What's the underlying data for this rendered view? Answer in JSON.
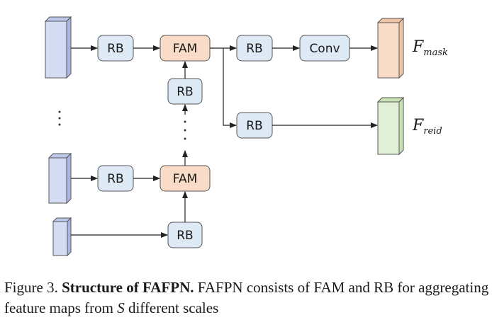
{
  "nodes": {
    "rb_label": "RB",
    "fam_label": "FAM",
    "conv_label": "Conv"
  },
  "outputs": {
    "mask": {
      "base": "F",
      "sub": "mask"
    },
    "reid": {
      "base": "F",
      "sub": "reid"
    }
  },
  "caption": {
    "prefix": "Figure 3.",
    "bold": "Structure of FAFPN.",
    "text1": " FAFPN consists of FAM and RB for aggregating feature maps from ",
    "var": "S",
    "text2": " different scales"
  },
  "colors": {
    "input_fill": "#d4dcf3",
    "input_top": "#bcc7ea",
    "input_side": "#aab6e2",
    "rb_fill": "#dde9f4",
    "fam_fill": "#f8dcc7",
    "conv_fill": "#dde9f4",
    "mask_fill": "#f9dcc8",
    "mask_side": "#f0c4a6",
    "reid_fill": "#e1f0d6",
    "reid_side": "#c8e2b6",
    "box_stroke": "#555555"
  }
}
